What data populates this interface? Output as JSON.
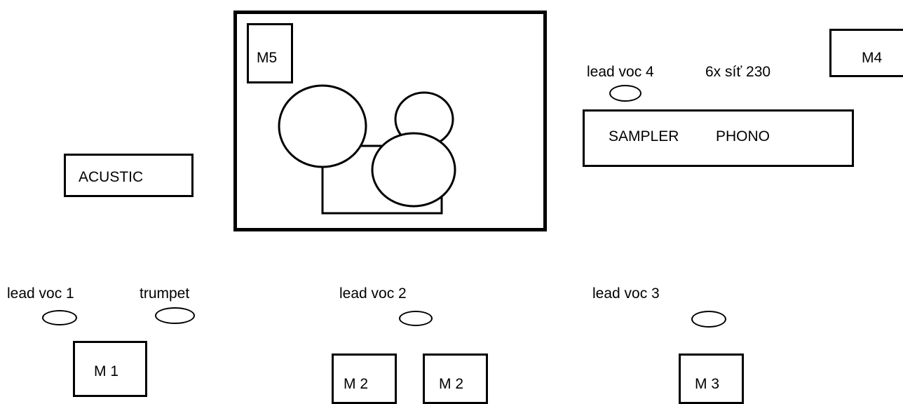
{
  "stage": {
    "drum_riser": {
      "monitor_label": "M5"
    },
    "acoustic": {
      "label": "ACUSTIC"
    },
    "right": {
      "monitor_label": "M4",
      "mic_label": "lead voc 4",
      "power_note": "6x síť 230",
      "table_label_1": "SAMPLER",
      "table_label_2": "PHONO"
    },
    "front": {
      "mic_1_label": "lead voc 1",
      "mic_trumpet_label": "trumpet",
      "mic_2_label": "lead voc 2",
      "mic_3_label": "lead voc 3",
      "monitor_1_label": "M 1",
      "monitor_2a_label": "M 2",
      "monitor_2b_label": "M 2",
      "monitor_3_label": "M 3"
    }
  }
}
